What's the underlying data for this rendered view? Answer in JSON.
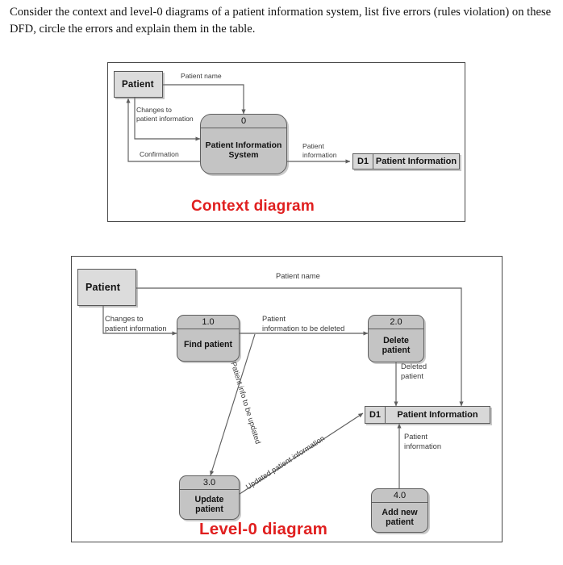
{
  "question": {
    "text": "Consider the context and level-0 diagrams of a patient information system, list five errors (rules violation) on these DFD, circle the errors and explain them in the table."
  },
  "colors": {
    "caption_red": "#e01f1f",
    "entity_fill": "#dcdcdc",
    "process_fill": "#c4c4c4",
    "datastore_fill": "#d8d8d8",
    "line": "#5e5e5e",
    "frame_border": "#4a4a4a"
  },
  "context_diagram": {
    "caption": "Context diagram",
    "entities": [
      {
        "id": "patient",
        "label": "Patient"
      }
    ],
    "processes": [
      {
        "id": "p0",
        "number": "0",
        "name": "Patient Information\nSystem"
      }
    ],
    "datastores": [
      {
        "id": "d1",
        "code": "D1",
        "name": "Patient Information"
      }
    ],
    "flows": [
      {
        "id": "f-name",
        "label": "Patient name",
        "from": "patient",
        "to": "p0"
      },
      {
        "id": "f-changes",
        "label": "Changes to\npatient information",
        "from": "patient",
        "to": "p0"
      },
      {
        "id": "f-confirmation",
        "label": "Confirmation",
        "from": "p0",
        "to": "patient"
      },
      {
        "id": "f-info",
        "label": "Patient\ninformation",
        "from": "p0",
        "to": "d1"
      }
    ]
  },
  "level0_diagram": {
    "caption": "Level-0 diagram",
    "entities": [
      {
        "id": "patient",
        "label": "Patient"
      }
    ],
    "processes": [
      {
        "id": "p1",
        "number": "1.0",
        "name": "Find\npatient"
      },
      {
        "id": "p2",
        "number": "2.0",
        "name": "Delete\npatient"
      },
      {
        "id": "p3",
        "number": "3.0",
        "name": "Update\npatient"
      },
      {
        "id": "p4",
        "number": "4.0",
        "name": "Add new\npatient"
      }
    ],
    "datastores": [
      {
        "id": "d1",
        "code": "D1",
        "name": "Patient Information"
      }
    ],
    "flows": [
      {
        "id": "f-name",
        "label": "Patient name",
        "from": "patient",
        "to": "d1"
      },
      {
        "id": "f-changes",
        "label": "Changes to\npatient information",
        "from": "patient",
        "to": "p1"
      },
      {
        "id": "f-todelete",
        "label": "Patient\ninformation to be deleted",
        "from": "p1",
        "to": "p2"
      },
      {
        "id": "f-deleted",
        "label": "Deleted\npatient",
        "from": "p2",
        "to": "d1"
      },
      {
        "id": "f-toupdate",
        "label": "Patient info to be updated",
        "from": "p1",
        "to": "p3"
      },
      {
        "id": "f-updated",
        "label": "Updated patient information",
        "from": "p3",
        "to": "d1"
      },
      {
        "id": "f-addinfo",
        "label": "Patient\ninformation",
        "from": "p4",
        "to": "d1"
      }
    ]
  }
}
